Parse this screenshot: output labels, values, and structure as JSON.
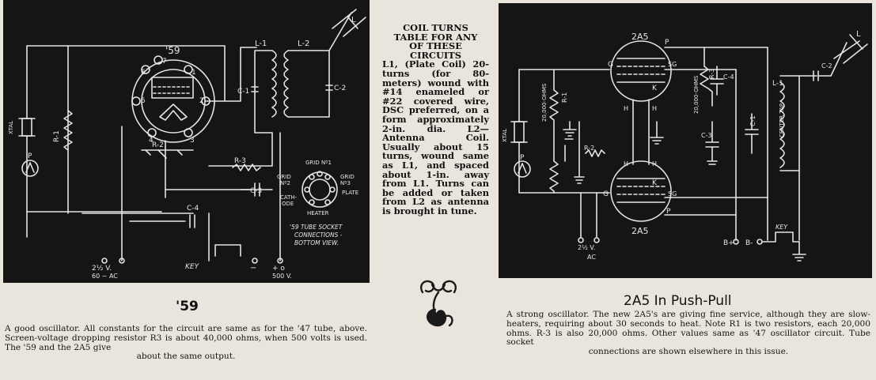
{
  "left_panel": {
    "tube_label": "'59",
    "pins": [
      "7",
      "6",
      "5",
      "4",
      "3",
      "2",
      "1"
    ],
    "coil_labels": [
      "L-1",
      "L-2",
      "C-1",
      "C-2"
    ],
    "antenna_label": "L",
    "xtal_label": "XTAL",
    "meter_label": "P",
    "resistor_labels": [
      "R-1",
      "R-2",
      "R-3"
    ],
    "cap_labels": [
      "C-3",
      "C-4"
    ],
    "power_left": "2½ V.",
    "power_left2": "60 ~ AC",
    "key_label": "KEY",
    "minus_label": "−",
    "plus_label": "+ o",
    "volts_label": "500 V.",
    "socket": {
      "grid1": "GRID Nº1",
      "grid2_a": "GRID",
      "grid2_b": "Nº2",
      "grid3_a": "GRID",
      "grid3_b": "Nº3",
      "plate": "PLATE",
      "cathode_a": "CATH-",
      "cathode_b": "ODE",
      "heater": "HEATER",
      "caption_1": "'59 TUBE SOCKET",
      "caption_2": "CONNECTIONS -",
      "caption_3": "BOTTOM VIEW."
    }
  },
  "coil_table": {
    "title_lines": [
      "COIL TURNS",
      "TABLE FOR ANY",
      "OF THESE",
      "CIRCUITS"
    ],
    "body": "L1, (Plate Coil) 20-turns (for 80-meters) wound with #14 enameled or #22 covered wire, DSC preferred, on a form approximately 2-in. dia. L2—Antenna Coil. Usually about 15 turns, wound same as L1, and spaced about 1-in. away from L1. Turns can be added or taken from L2 as antenna is brought in tune."
  },
  "right_panel": {
    "tube_top": "2A5",
    "tube_bottom": "2A5",
    "grid_labels": [
      "G",
      "G"
    ],
    "plate_labels": [
      "P",
      "P"
    ],
    "sg_labels": [
      "SG",
      "SG"
    ],
    "h_labels": [
      "H",
      "H",
      "H",
      "H"
    ],
    "k_labels": [
      "K",
      "K"
    ],
    "xtal_label": "XTAL",
    "meter_label": "P",
    "r1_value": "20,000-OHMS",
    "r1_label": "R-1",
    "r2_label": "R-2",
    "r3_value": "20,000-OHMS",
    "r3_label": "R-3",
    "cap_labels": [
      "C-1",
      "C-2",
      "C-3",
      "C-4"
    ],
    "coil_label": "L-1",
    "center_tap": "CENTER TAP",
    "antenna_label": "L",
    "power_a": "2½ V.",
    "power_b": "AC",
    "b_plus": "B+",
    "b_minus": "B-",
    "key_label": "KEY"
  },
  "captions": {
    "left_title": "'59",
    "left_body": "A good oscillator. All constants for the circuit are same as for the '47 tube, above. Screen-voltage dropping resistor R3 is about 40,000 ohms, when 500 volts is used. The '59 and the 2A5 give",
    "left_body_last": "about the same output.",
    "right_title": "2A5 In Push-Pull",
    "right_body": "A strong oscillator. The new 2A5's are giving fine service, although they are slow-heaters, requiring about 30 seconds to heat. Note R1 is two resistors, each 20,000 ohms. R-3 is also 20,000 ohms. Other values same as '47 oscillator circuit. Tube socket",
    "right_body_last": "connections are shown elsewhere in this issue."
  }
}
